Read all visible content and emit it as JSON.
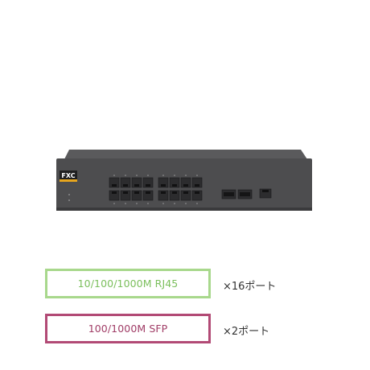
{
  "product": {
    "brand_logo_text": "FXC",
    "chassis_color": "#4d4d4f",
    "port_color": "#2c2c2e",
    "ports": {
      "rj45_count": 16,
      "sfp_count": 2,
      "console_count": 1
    }
  },
  "specs": [
    {
      "label": "10/100/1000M RJ45",
      "count_text": "×16ポート",
      "border_color": "#a8d88c",
      "text_color": "#7bbf5c"
    },
    {
      "label": "100/1000M SFP",
      "count_text": "×2ポート",
      "border_color": "#b24a75",
      "text_color": "#a03c66"
    }
  ]
}
